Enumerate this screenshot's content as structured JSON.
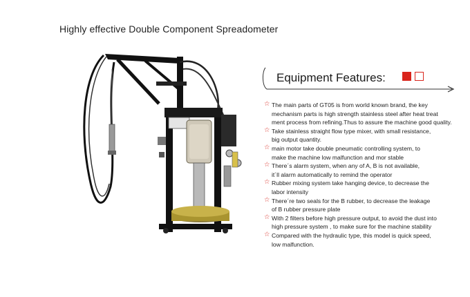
{
  "page_title": "Highly effective Double Component Spreadometer",
  "features_title": "Equipment Features:",
  "bullet_icon": "red-star-icon",
  "accent_color": "#d9251c",
  "features": [
    {
      "lines": [
        "The main parts of GT05 is from world known brand, the key",
        "mechanism parts is high strength stainless steel after heat treat",
        "ment process from refining.Thus to assure the machine good quality."
      ]
    },
    {
      "lines": [
        "Take stainless straight flow type mixer, with small resistance,",
        "big output quantity."
      ]
    },
    {
      "lines": [
        "main motor take double pneumatic controlling system, to",
        "make the machine low malfunction and mor stable"
      ]
    },
    {
      "lines": [
        "There´s alarm system, when any of A, B is not available,",
        "it´ll alarm automatically to remind the operator"
      ]
    },
    {
      "lines": [
        "Rubber mixing system take hanging device, to decrease the",
        "labor intensity"
      ]
    },
    {
      "lines": [
        "There´re two seals for the B rubber, to decrease the leakage",
        "of B rubber pressure plate"
      ]
    },
    {
      "lines": [
        "With 2 filters before high pressure output, to avoid the dust into",
        "high pressure system , to make sure for the machine stability"
      ]
    },
    {
      "lines": [
        "Compared with the hydraulic type, this model is quick speed,",
        "low malfunction."
      ]
    }
  ]
}
